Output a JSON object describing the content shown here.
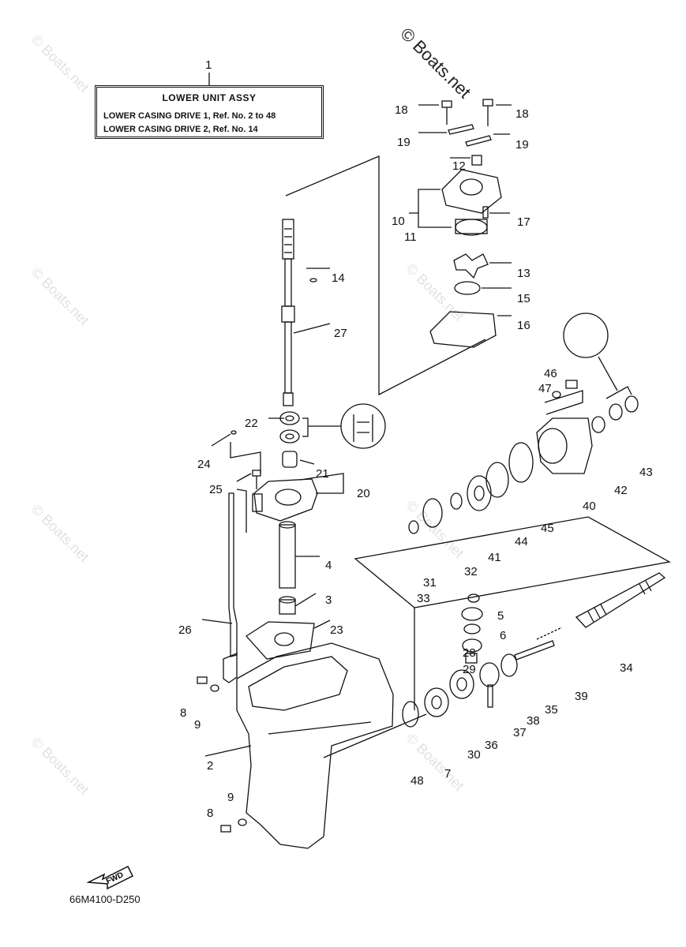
{
  "title": {
    "ref": "1",
    "heading": "LOWER UNIT ASSY",
    "line1": "LOWER CASING DRIVE 1, Ref. No. 2 to 48",
    "line2": "LOWER CASING DRIVE 2, Ref. No. 14"
  },
  "diagram_code": "66M4100-D250",
  "watermark_main": "© Boats.net",
  "watermark_small": "© Boats.net",
  "fwd_label": "FWD",
  "callouts": [
    "2",
    "3",
    "4",
    "5",
    "6",
    "7",
    "8",
    "8",
    "9",
    "9",
    "10",
    "11",
    "12",
    "13",
    "14",
    "15",
    "16",
    "17",
    "18",
    "18",
    "19",
    "19",
    "20",
    "21",
    "22",
    "23",
    "24",
    "25",
    "26",
    "27",
    "28",
    "29",
    "30",
    "31",
    "32",
    "33",
    "34",
    "35",
    "36",
    "37",
    "38",
    "39",
    "40",
    "41",
    "42",
    "43",
    "44",
    "45",
    "46",
    "47",
    "48"
  ]
}
